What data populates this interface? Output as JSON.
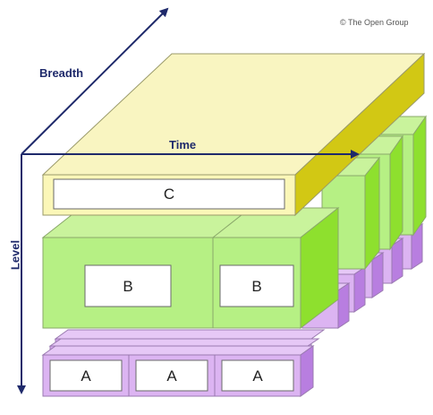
{
  "copyright": "© The Open Group",
  "axes": {
    "breadth": "Breadth",
    "time": "Time",
    "level": "Level"
  },
  "layers": {
    "c": {
      "label": "C",
      "front_color": "#fbf7b8",
      "top_color": "#f9f5c1",
      "side_color": "#d2c814"
    },
    "b": {
      "labels": [
        "B",
        "B"
      ],
      "front_color": "#b6f084",
      "top_color": "#c9f39c",
      "side_color": "#8ee02e"
    },
    "a": {
      "labels": [
        "A",
        "A",
        "A"
      ],
      "front_color": "#dcb4f2",
      "top_color": "#e6c8f6",
      "side_color": "#b87ee0"
    }
  },
  "colors": {
    "axis": "#1f2a6b",
    "outline": "#8a8a8a"
  }
}
